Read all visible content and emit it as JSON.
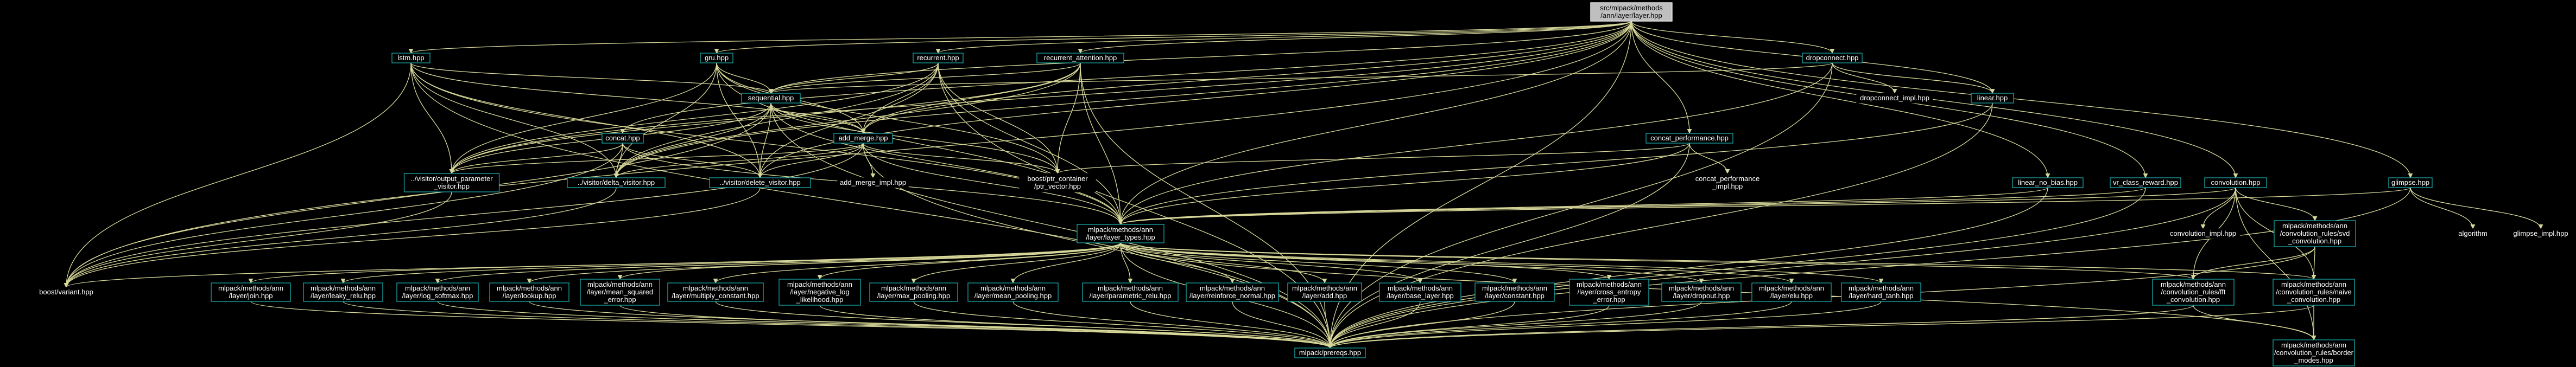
{
  "diagram": {
    "nodes": [
      {
        "id": "root",
        "lines": [
          "src/mlpack/methods",
          "/ann/layer/layer.hpp"
        ],
        "style": "root"
      },
      {
        "id": "lstm",
        "lines": [
          "lstm.hpp"
        ],
        "style": "linked"
      },
      {
        "id": "gru",
        "lines": [
          "gru.hpp"
        ],
        "style": "linked"
      },
      {
        "id": "recurrent",
        "lines": [
          "recurrent.hpp"
        ],
        "style": "linked"
      },
      {
        "id": "recatt",
        "lines": [
          "recurrent_attention.hpp"
        ],
        "style": "linked"
      },
      {
        "id": "dropconnect",
        "lines": [
          "dropconnect.hpp"
        ],
        "style": "linked"
      },
      {
        "id": "sequential",
        "lines": [
          "sequential.hpp"
        ],
        "style": "linked"
      },
      {
        "id": "dcimpl",
        "lines": [
          "dropconnect_impl.hpp"
        ],
        "style": "plain"
      },
      {
        "id": "linear",
        "lines": [
          "linear.hpp"
        ],
        "style": "linked"
      },
      {
        "id": "concat",
        "lines": [
          "concat.hpp"
        ],
        "style": "linked"
      },
      {
        "id": "addmerge",
        "lines": [
          "add_merge.hpp"
        ],
        "style": "linked"
      },
      {
        "id": "concatperf",
        "lines": [
          "concat_performance.hpp"
        ],
        "style": "linked"
      },
      {
        "id": "outvis",
        "lines": [
          "../visitor/output_parameter",
          "_visitor.hpp"
        ],
        "style": "linked"
      },
      {
        "id": "deltavis",
        "lines": [
          "../visitor/delta_visitor.hpp"
        ],
        "style": "linked"
      },
      {
        "id": "deletevis",
        "lines": [
          "../visitor/delete_visitor.hpp"
        ],
        "style": "linked"
      },
      {
        "id": "boostptr",
        "lines": [
          "boost/ptr_container",
          "/ptr_vector.hpp"
        ],
        "style": "plain"
      },
      {
        "id": "addmergeimpl",
        "lines": [
          "add_merge_impl.hpp"
        ],
        "style": "plain"
      },
      {
        "id": "concatperfimpl",
        "lines": [
          "concat_performance",
          "_impl.hpp"
        ],
        "style": "plain"
      },
      {
        "id": "linearnobias",
        "lines": [
          "linear_no_bias.hpp"
        ],
        "style": "linked"
      },
      {
        "id": "vrclass",
        "lines": [
          "vr_class_reward.hpp"
        ],
        "style": "linked"
      },
      {
        "id": "convolution",
        "lines": [
          "convolution.hpp"
        ],
        "style": "linked"
      },
      {
        "id": "glimpse",
        "lines": [
          "glimpse.hpp"
        ],
        "style": "linked"
      },
      {
        "id": "layertypes",
        "lines": [
          "mlpack/methods/ann",
          "/layer/layer_types.hpp"
        ],
        "style": "linked"
      },
      {
        "id": "convimpl",
        "lines": [
          "convolution_impl.hpp"
        ],
        "style": "plain"
      },
      {
        "id": "svdconv",
        "lines": [
          "mlpack/methods/ann",
          "/convolution_rules/svd",
          "_convolution.hpp"
        ],
        "style": "linked"
      },
      {
        "id": "algorithm",
        "lines": [
          "algorithm"
        ],
        "style": "plain"
      },
      {
        "id": "glimpseimpl",
        "lines": [
          "glimpse_impl.hpp"
        ],
        "style": "plain"
      },
      {
        "id": "variant",
        "lines": [
          "boost/variant.hpp"
        ],
        "style": "plain"
      },
      {
        "id": "join",
        "lines": [
          "mlpack/methods/ann",
          "/layer/join.hpp"
        ],
        "style": "linked"
      },
      {
        "id": "leakyrelu",
        "lines": [
          "mlpack/methods/ann",
          "/layer/leaky_relu.hpp"
        ],
        "style": "linked"
      },
      {
        "id": "logsoftmax",
        "lines": [
          "mlpack/methods/ann",
          "/layer/log_softmax.hpp"
        ],
        "style": "linked"
      },
      {
        "id": "lookup",
        "lines": [
          "mlpack/methods/ann",
          "/layer/lookup.hpp"
        ],
        "style": "linked"
      },
      {
        "id": "mse",
        "lines": [
          "mlpack/methods/ann",
          "/layer/mean_squared",
          "_error.hpp"
        ],
        "style": "linked"
      },
      {
        "id": "multconst",
        "lines": [
          "mlpack/methods/ann",
          "/layer/multiply_constant.hpp"
        ],
        "style": "linked"
      },
      {
        "id": "nll",
        "lines": [
          "mlpack/methods/ann",
          "/layer/negative_log",
          "_likelihood.hpp"
        ],
        "style": "linked"
      },
      {
        "id": "maxpool",
        "lines": [
          "mlpack/methods/ann",
          "/layer/max_pooling.hpp"
        ],
        "style": "linked"
      },
      {
        "id": "meanpool",
        "lines": [
          "mlpack/methods/ann",
          "/layer/mean_pooling.hpp"
        ],
        "style": "linked"
      },
      {
        "id": "prelu",
        "lines": [
          "mlpack/methods/ann",
          "/layer/parametric_relu.hpp"
        ],
        "style": "linked"
      },
      {
        "id": "reinforce",
        "lines": [
          "mlpack/methods/ann",
          "/layer/reinforce_normal.hpp"
        ],
        "style": "linked"
      },
      {
        "id": "add",
        "lines": [
          "mlpack/methods/ann",
          "/layer/add.hpp"
        ],
        "style": "linked"
      },
      {
        "id": "base",
        "lines": [
          "mlpack/methods/ann",
          "/layer/base_layer.hpp"
        ],
        "style": "linked"
      },
      {
        "id": "constant",
        "lines": [
          "mlpack/methods/ann",
          "/layer/constant.hpp"
        ],
        "style": "linked"
      },
      {
        "id": "crossent",
        "lines": [
          "mlpack/methods/ann",
          "/layer/cross_entropy",
          "_error.hpp"
        ],
        "style": "linked"
      },
      {
        "id": "dropout",
        "lines": [
          "mlpack/methods/ann",
          "/layer/dropout.hpp"
        ],
        "style": "linked"
      },
      {
        "id": "elu",
        "lines": [
          "mlpack/methods/ann",
          "/layer/elu.hpp"
        ],
        "style": "linked"
      },
      {
        "id": "hardtanh",
        "lines": [
          "mlpack/methods/ann",
          "/layer/hard_tanh.hpp"
        ],
        "style": "linked"
      },
      {
        "id": "fftconv",
        "lines": [
          "mlpack/methods/ann",
          "/convolution_rules/fft",
          "_convolution.hpp"
        ],
        "style": "linked"
      },
      {
        "id": "naiveconv",
        "lines": [
          "mlpack/methods/ann",
          "/convolution_rules/naive",
          "_convolution.hpp"
        ],
        "style": "linked"
      },
      {
        "id": "prereqs",
        "lines": [
          "mlpack/prereqs.hpp"
        ],
        "style": "linked"
      },
      {
        "id": "border",
        "lines": [
          "mlpack/methods/ann",
          "/convolution_rules/border",
          "_modes.hpp"
        ],
        "style": "linked"
      }
    ],
    "edges": [
      [
        "root",
        "lstm"
      ],
      [
        "root",
        "gru"
      ],
      [
        "root",
        "recurrent"
      ],
      [
        "root",
        "recatt"
      ],
      [
        "root",
        "dropconnect"
      ],
      [
        "root",
        "sequential"
      ],
      [
        "root",
        "concat"
      ],
      [
        "root",
        "addmerge"
      ],
      [
        "root",
        "concatperf"
      ],
      [
        "root",
        "linear"
      ],
      [
        "root",
        "linearnobias"
      ],
      [
        "root",
        "vrclass"
      ],
      [
        "root",
        "convolution"
      ],
      [
        "root",
        "glimpse"
      ],
      [
        "root",
        "layertypes"
      ],
      [
        "root",
        "prereqs"
      ],
      [
        "root",
        "variant"
      ],
      [
        "root",
        "outvis"
      ],
      [
        "root",
        "deletevis"
      ],
      [
        "root",
        "deltavis"
      ],
      [
        "lstm",
        "sequential"
      ],
      [
        "lstm",
        "addmerge"
      ],
      [
        "lstm",
        "outvis"
      ],
      [
        "lstm",
        "deltavis"
      ],
      [
        "lstm",
        "deletevis"
      ],
      [
        "lstm",
        "variant"
      ],
      [
        "lstm",
        "prereqs"
      ],
      [
        "lstm",
        "layertypes"
      ],
      [
        "gru",
        "sequential"
      ],
      [
        "gru",
        "addmerge"
      ],
      [
        "gru",
        "outvis"
      ],
      [
        "gru",
        "deltavis"
      ],
      [
        "gru",
        "deletevis"
      ],
      [
        "gru",
        "layertypes"
      ],
      [
        "gru",
        "boostptr"
      ],
      [
        "recurrent",
        "sequential"
      ],
      [
        "recurrent",
        "addmerge"
      ],
      [
        "recurrent",
        "outvis"
      ],
      [
        "recurrent",
        "deletevis"
      ],
      [
        "recurrent",
        "deltavis"
      ],
      [
        "recurrent",
        "boostptr"
      ],
      [
        "recurrent",
        "layertypes"
      ],
      [
        "recurrent",
        "prereqs"
      ],
      [
        "recatt",
        "sequential"
      ],
      [
        "recatt",
        "addmerge"
      ],
      [
        "recatt",
        "outvis"
      ],
      [
        "recatt",
        "deltavis"
      ],
      [
        "recatt",
        "boostptr"
      ],
      [
        "recatt",
        "layertypes"
      ],
      [
        "recatt",
        "prereqs"
      ],
      [
        "dropconnect",
        "dcimpl"
      ],
      [
        "dropconnect",
        "linear"
      ],
      [
        "dropconnect",
        "sequential"
      ],
      [
        "dropconnect",
        "layertypes"
      ],
      [
        "dropconnect",
        "prereqs"
      ],
      [
        "sequential",
        "addmerge"
      ],
      [
        "sequential",
        "outvis"
      ],
      [
        "sequential",
        "deltavis"
      ],
      [
        "sequential",
        "deletevis"
      ],
      [
        "sequential",
        "boostptr"
      ],
      [
        "sequential",
        "layertypes"
      ],
      [
        "sequential",
        "variant"
      ],
      [
        "sequential",
        "prereqs"
      ],
      [
        "concat",
        "outvis"
      ],
      [
        "concat",
        "deltavis"
      ],
      [
        "concat",
        "deletevis"
      ],
      [
        "concat",
        "layertypes"
      ],
      [
        "concat",
        "variant"
      ],
      [
        "addmerge",
        "addmergeimpl"
      ],
      [
        "addmerge",
        "outvis"
      ],
      [
        "addmerge",
        "deltavis"
      ],
      [
        "addmerge",
        "deletevis"
      ],
      [
        "addmerge",
        "layertypes"
      ],
      [
        "addmerge",
        "boostptr"
      ],
      [
        "addmerge",
        "variant"
      ],
      [
        "addmerge",
        "prereqs"
      ],
      [
        "concatperf",
        "concatperfimpl"
      ],
      [
        "concatperf",
        "layertypes"
      ],
      [
        "concatperf",
        "boostptr"
      ],
      [
        "concatperf",
        "prereqs"
      ],
      [
        "outvis",
        "variant"
      ],
      [
        "deltavis",
        "variant"
      ],
      [
        "deletevis",
        "variant"
      ],
      [
        "linear",
        "layertypes"
      ],
      [
        "linear",
        "prereqs"
      ],
      [
        "linearnobias",
        "layertypes"
      ],
      [
        "linearnobias",
        "prereqs"
      ],
      [
        "vrclass",
        "layertypes"
      ],
      [
        "vrclass",
        "prereqs"
      ],
      [
        "convolution",
        "convimpl"
      ],
      [
        "convolution",
        "svdconv"
      ],
      [
        "convolution",
        "fftconv"
      ],
      [
        "convolution",
        "naiveconv"
      ],
      [
        "convolution",
        "border"
      ],
      [
        "convolution",
        "prereqs"
      ],
      [
        "convolution",
        "layertypes"
      ],
      [
        "svdconv",
        "fftconv"
      ],
      [
        "svdconv",
        "naiveconv"
      ],
      [
        "svdconv",
        "prereqs"
      ],
      [
        "fftconv",
        "prereqs"
      ],
      [
        "fftconv",
        "border"
      ],
      [
        "naiveconv",
        "prereqs"
      ],
      [
        "naiveconv",
        "border"
      ],
      [
        "glimpse",
        "algorithm"
      ],
      [
        "glimpse",
        "glimpseimpl"
      ],
      [
        "glimpse",
        "prereqs"
      ],
      [
        "glimpse",
        "layertypes"
      ],
      [
        "layertypes",
        "join"
      ],
      [
        "layertypes",
        "leakyrelu"
      ],
      [
        "layertypes",
        "logsoftmax"
      ],
      [
        "layertypes",
        "lookup"
      ],
      [
        "layertypes",
        "mse"
      ],
      [
        "layertypes",
        "multconst"
      ],
      [
        "layertypes",
        "nll"
      ],
      [
        "layertypes",
        "maxpool"
      ],
      [
        "layertypes",
        "meanpool"
      ],
      [
        "layertypes",
        "prelu"
      ],
      [
        "layertypes",
        "reinforce"
      ],
      [
        "layertypes",
        "add"
      ],
      [
        "layertypes",
        "base"
      ],
      [
        "layertypes",
        "constant"
      ],
      [
        "layertypes",
        "crossent"
      ],
      [
        "layertypes",
        "dropout"
      ],
      [
        "layertypes",
        "elu"
      ],
      [
        "layertypes",
        "hardtanh"
      ],
      [
        "layertypes",
        "variant"
      ],
      [
        "layertypes",
        "fftconv"
      ],
      [
        "layertypes",
        "naiveconv"
      ],
      [
        "layertypes",
        "border"
      ],
      [
        "layertypes",
        "prereqs"
      ],
      [
        "join",
        "prereqs"
      ],
      [
        "leakyrelu",
        "prereqs"
      ],
      [
        "logsoftmax",
        "prereqs"
      ],
      [
        "lookup",
        "prereqs"
      ],
      [
        "mse",
        "prereqs"
      ],
      [
        "multconst",
        "prereqs"
      ],
      [
        "nll",
        "prereqs"
      ],
      [
        "maxpool",
        "prereqs"
      ],
      [
        "meanpool",
        "prereqs"
      ],
      [
        "prelu",
        "prereqs"
      ],
      [
        "reinforce",
        "prereqs"
      ],
      [
        "add",
        "prereqs"
      ],
      [
        "base",
        "prereqs"
      ],
      [
        "constant",
        "prereqs"
      ],
      [
        "crossent",
        "prereqs"
      ],
      [
        "dropout",
        "prereqs"
      ],
      [
        "elu",
        "prereqs"
      ],
      [
        "hardtanh",
        "prereqs"
      ]
    ]
  }
}
